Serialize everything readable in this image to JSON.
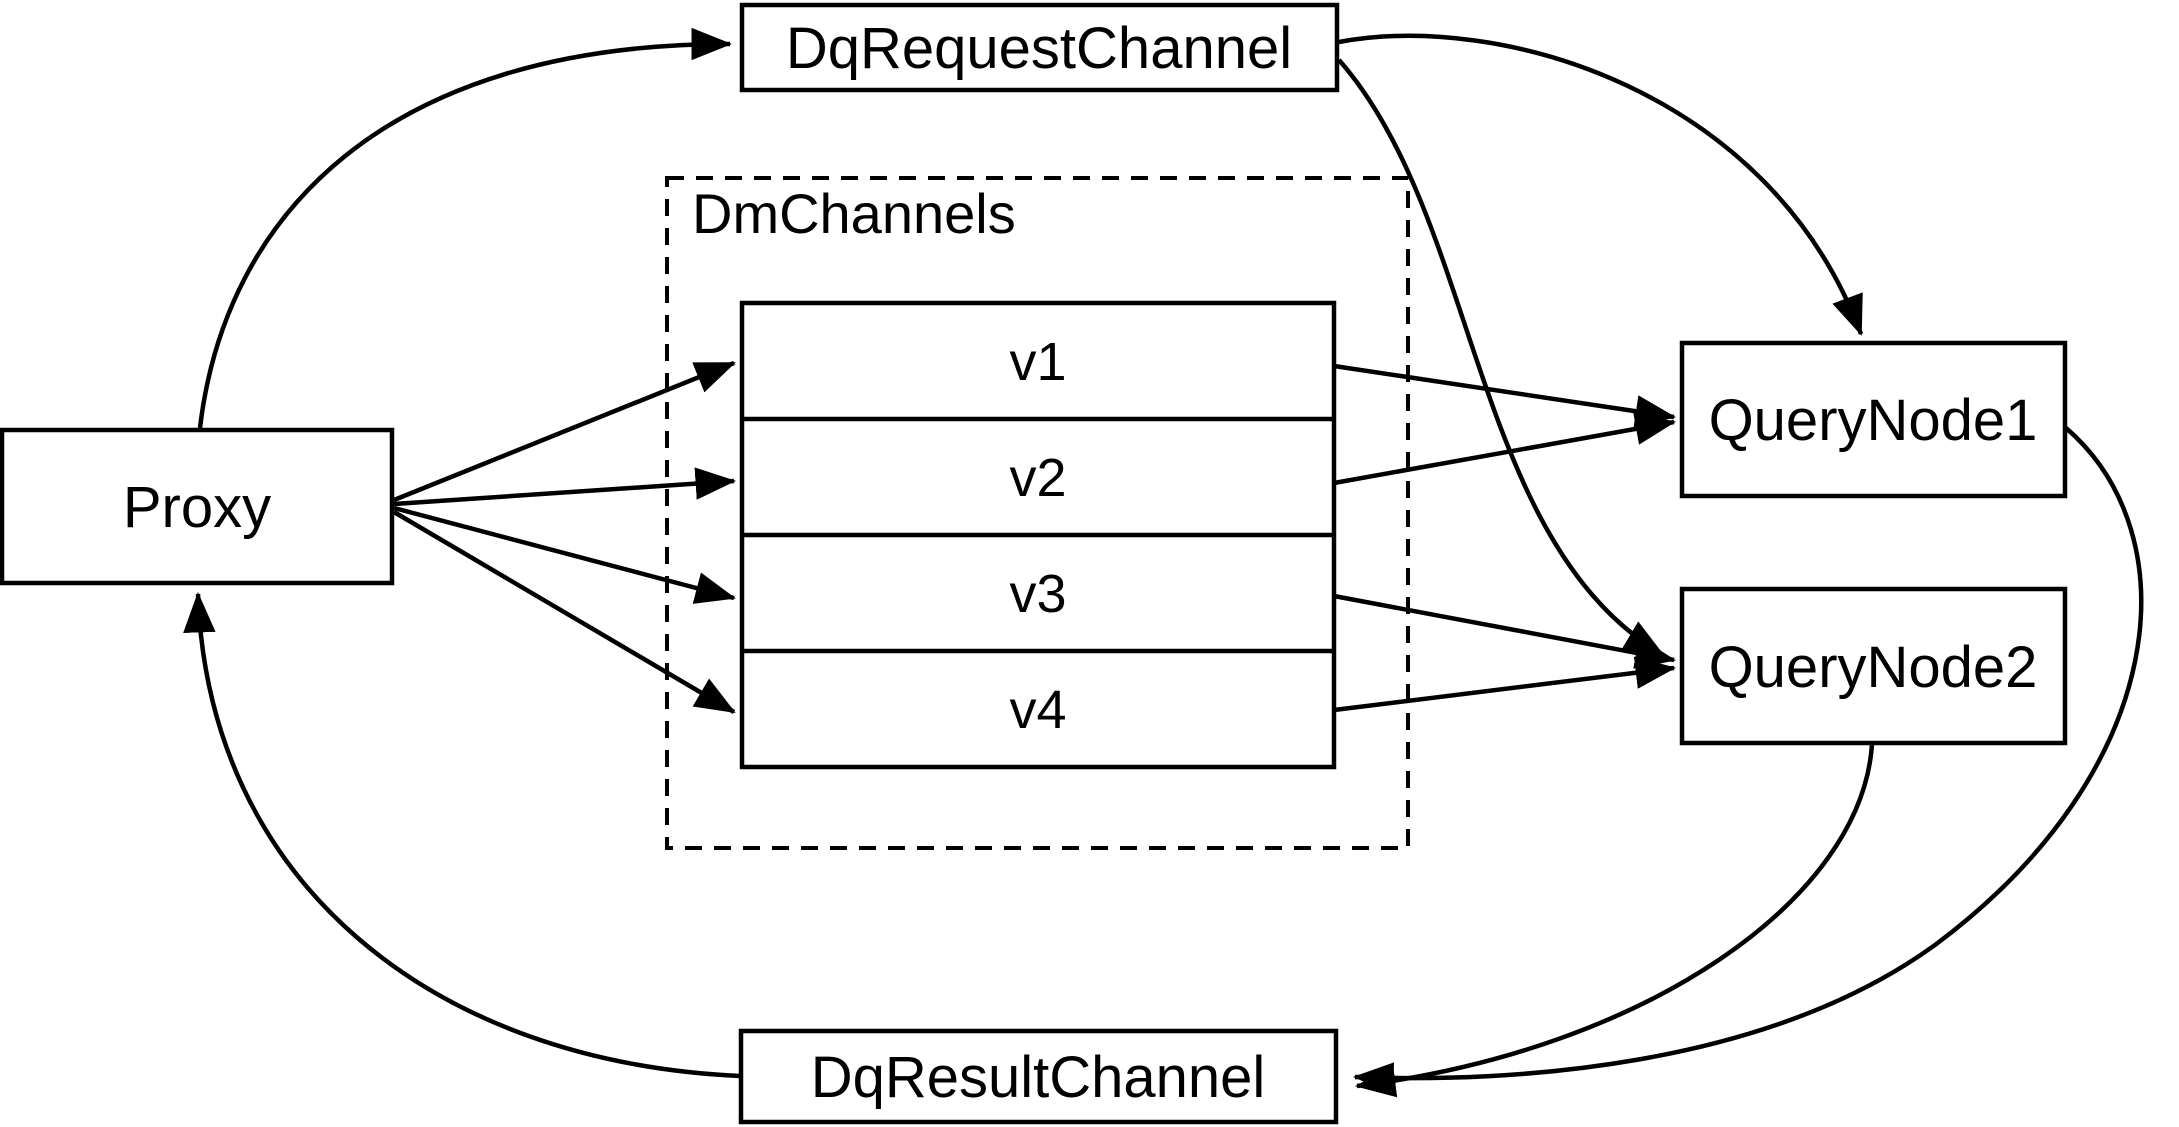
{
  "diagram": {
    "colors": {
      "line": "#000000",
      "background": "#ffffff",
      "box_fill": "#ffffff"
    },
    "nodes": {
      "proxy": {
        "label": "Proxy"
      },
      "dq_request_channel": {
        "label": "DqRequestChannel"
      },
      "dq_result_channel": {
        "label": "DqResultChannel"
      },
      "query_node1": {
        "label": "QueryNode1"
      },
      "query_node2": {
        "label": "QueryNode2"
      },
      "dm_channels": {
        "label": "DmChannels",
        "rows": [
          {
            "label": "v1"
          },
          {
            "label": "v2"
          },
          {
            "label": "v3"
          },
          {
            "label": "v4"
          }
        ]
      }
    },
    "edges": [
      {
        "from": "Proxy",
        "to": "DqRequestChannel"
      },
      {
        "from": "DqRequestChannel",
        "to": "QueryNode1"
      },
      {
        "from": "DqRequestChannel",
        "to": "QueryNode2"
      },
      {
        "from": "Proxy",
        "to": "v1"
      },
      {
        "from": "Proxy",
        "to": "v2"
      },
      {
        "from": "Proxy",
        "to": "v3"
      },
      {
        "from": "Proxy",
        "to": "v4"
      },
      {
        "from": "v1",
        "to": "QueryNode1"
      },
      {
        "from": "v2",
        "to": "QueryNode1"
      },
      {
        "from": "v3",
        "to": "QueryNode2"
      },
      {
        "from": "v4",
        "to": "QueryNode2"
      },
      {
        "from": "QueryNode1",
        "to": "DqResultChannel"
      },
      {
        "from": "QueryNode2",
        "to": "DqResultChannel"
      },
      {
        "from": "DqResultChannel",
        "to": "Proxy"
      }
    ]
  }
}
